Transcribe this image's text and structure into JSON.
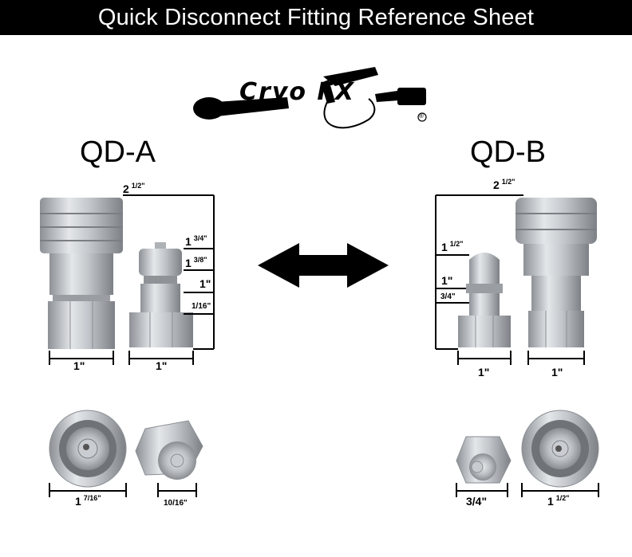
{
  "header": {
    "title": "Quick Disconnect Fitting Reference Sheet"
  },
  "logo": {
    "brand": "Cryo FX",
    "mark": "®"
  },
  "qd_a": {
    "label": "QD-A",
    "overall_width": {
      "whole": "2",
      "frac": "1/2\""
    },
    "heights": [
      {
        "whole": "1",
        "frac": "3/4\""
      },
      {
        "whole": "1",
        "frac": "3/8\""
      },
      {
        "whole": "1\"",
        "frac": ""
      },
      {
        "whole": "",
        "frac": "1/16\""
      }
    ],
    "coupler_width": "1\"",
    "nipple_width": "1\"",
    "coupler_face_width": {
      "whole": "1",
      "frac": "7/16\""
    },
    "nipple_face_width": "10/16\""
  },
  "qd_b": {
    "label": "QD-B",
    "overall_width": {
      "whole": "2",
      "frac": "1/2\""
    },
    "heights": [
      {
        "whole": "1",
        "frac": "1/2\""
      },
      {
        "whole": "1\"",
        "frac": ""
      },
      {
        "whole": "3/4\"",
        "frac": ""
      }
    ],
    "nipple_width": "1\"",
    "coupler_width": "1\"",
    "nipple_face_width": "3/4\"",
    "coupler_face_width": {
      "whole": "1",
      "frac": "1/2\""
    }
  },
  "colors": {
    "title_bg": "#000000",
    "title_fg": "#ffffff",
    "metal": "#b8bcc0"
  }
}
